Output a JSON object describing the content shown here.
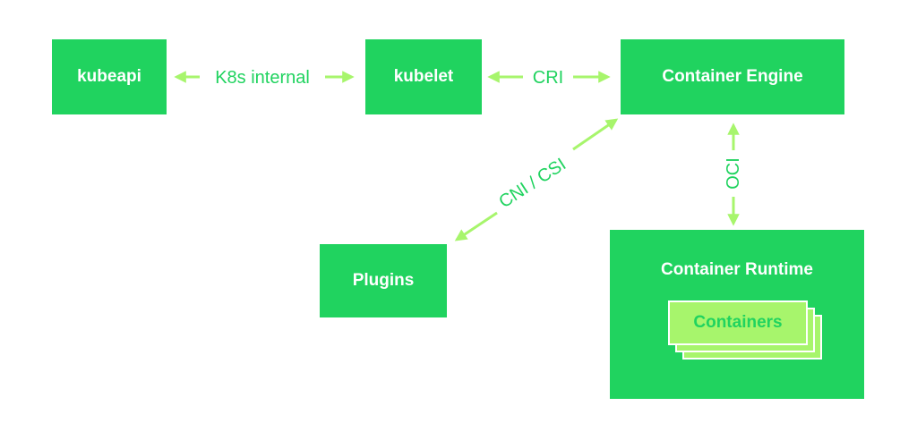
{
  "nodes": {
    "kubeapi": "kubeapi",
    "kubelet": "kubelet",
    "container_engine": "Container Engine",
    "plugins": "Plugins",
    "container_runtime": "Container Runtime",
    "containers": "Containers"
  },
  "edges": {
    "kubeapi_kubelet": "K8s internal",
    "kubelet_engine": "CRI",
    "engine_plugins": "CNI / CSI",
    "engine_runtime": "OCI"
  },
  "colors": {
    "box": "#20d35f",
    "arrow": "#a7f56c",
    "label": "#20d35f"
  }
}
